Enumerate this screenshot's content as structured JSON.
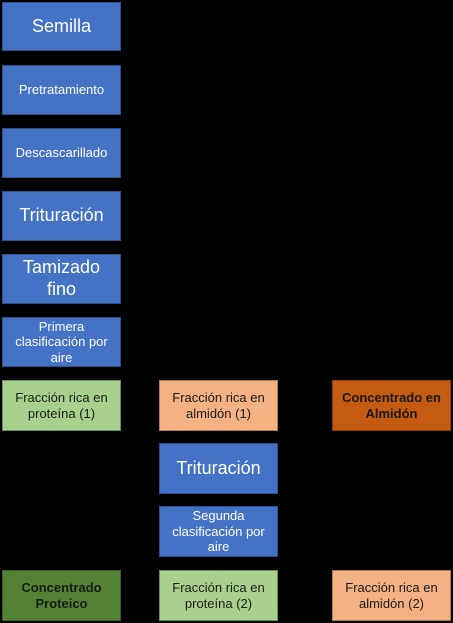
{
  "nodes": {
    "semilla": "Semilla",
    "pretratamiento": "Pretratamiento",
    "descascarillado": "Descascarillado",
    "trituracion_1": "Trituración",
    "tamizado_fino": "Tamizado fino",
    "primera_clasificacion": "Primera clasificación por aire",
    "fraccion_proteina_1": "Fracción rica en proteína (1)",
    "fraccion_almidon_1": "Fracción rica en almidón (1)",
    "concentrado_almidon": "Concentrado en Almidón",
    "trituracion_2": "Trituración",
    "segunda_clasificacion": "Segunda clasificación por aire",
    "concentrado_proteico": "Concentrado Proteico",
    "fraccion_proteina_2": "Fracción rica en proteína (2)",
    "fraccion_almidon_2": "Fracción rica en almidón (2)"
  },
  "colors": {
    "process": "#4472c4",
    "protein_fraction": "#a9d18e",
    "starch_fraction": "#f4b183",
    "protein_concentrate": "#548235",
    "starch_concentrate": "#c55a11",
    "background": "#000000"
  }
}
